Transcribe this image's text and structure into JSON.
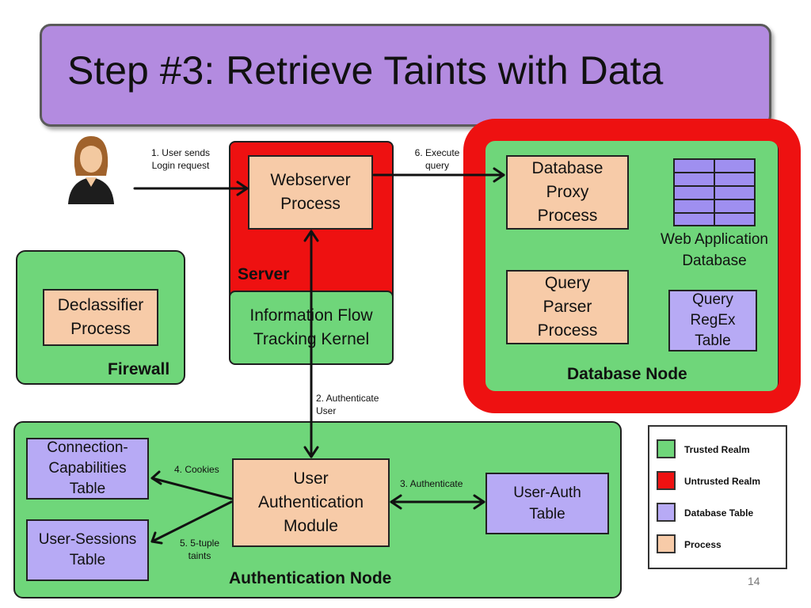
{
  "title": "Step #3: Retrieve Taints with Data",
  "nodes": {
    "server": "Server",
    "firewall": "Firewall",
    "database_node": "Database Node",
    "authentication_node": "Authentication Node"
  },
  "boxes": {
    "webserver": [
      "Webserver",
      "Process"
    ],
    "ift_kernel": [
      "Information Flow",
      "Tracking Kernel"
    ],
    "declassifier": [
      "Declassifier",
      "Process"
    ],
    "db_proxy": [
      "Database",
      "Proxy",
      "Process"
    ],
    "query_parser": [
      "Query",
      "Parser",
      "Process"
    ],
    "query_regex": [
      "Query",
      "RegEx",
      "Table"
    ],
    "web_app_db": [
      "Web Application",
      "Database"
    ],
    "conn_cap": [
      "Connection-",
      "Capabilities",
      "Table"
    ],
    "user_sessions": [
      "User-Sessions",
      "Table"
    ],
    "user_auth_module": [
      "User",
      "Authentication",
      "Module"
    ],
    "user_auth_table": [
      "User-Auth",
      "Table"
    ]
  },
  "edge_labels": {
    "e1": [
      "1. User sends",
      "Login request"
    ],
    "e6": [
      "6. Execute",
      "query"
    ],
    "e2": [
      "2.  Authenticate",
      "User"
    ],
    "e3": "3. Authenticate",
    "e4": "4. Cookies",
    "e5": [
      "5. 5-tuple",
      "taints"
    ]
  },
  "legend": {
    "items": [
      {
        "label": "Trusted Realm",
        "color": "#6fd67a"
      },
      {
        "label": "Untrusted Realm",
        "color": "#ee1111"
      },
      {
        "label": "Database Table",
        "color": "#b7aaf5"
      },
      {
        "label": "Process",
        "color": "#f7cba8"
      }
    ]
  },
  "page_number": "14",
  "icons": {
    "user": "user-avatar-icon"
  }
}
